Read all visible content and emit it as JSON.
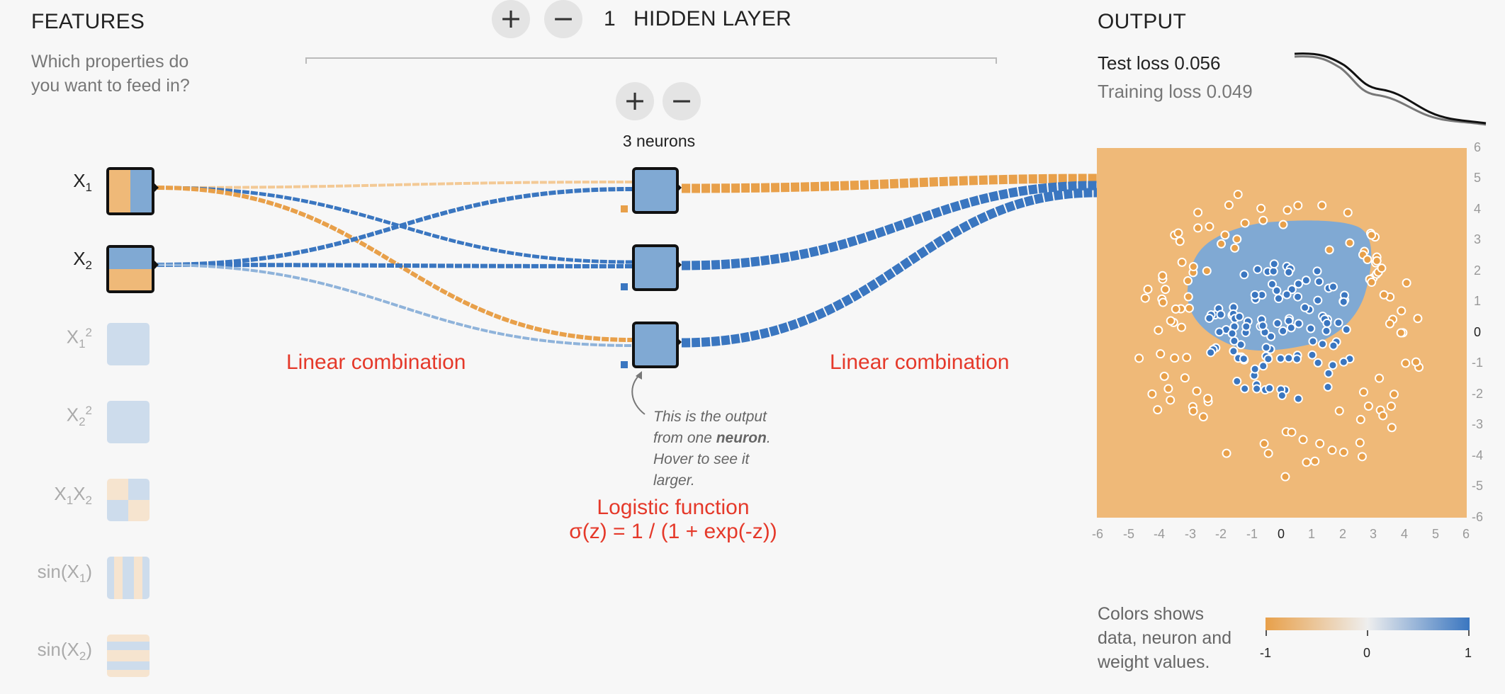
{
  "features": {
    "title": "FEATURES",
    "subtitle_line1": "Which properties do",
    "subtitle_line2": "you want to feed in?",
    "items": [
      {
        "base": "X",
        "sub": "1",
        "sup": "",
        "suffix": "",
        "active": true
      },
      {
        "base": "X",
        "sub": "2",
        "sup": "",
        "suffix": "",
        "active": true
      },
      {
        "base": "X",
        "sub": "1",
        "sup": "2",
        "suffix": "",
        "active": false
      },
      {
        "base": "X",
        "sub": "2",
        "sup": "2",
        "suffix": "",
        "active": false
      },
      {
        "base": "X",
        "sub": "1",
        "sup": "",
        "suffix": "X",
        "sub2": "2",
        "active": false
      },
      {
        "base": "sin(X",
        "sub": "1",
        "sup": "",
        "suffix": ")",
        "active": false
      },
      {
        "base": "sin(X",
        "sub": "2",
        "sup": "",
        "suffix": ")",
        "active": false
      }
    ]
  },
  "hidden": {
    "layer_count": "1",
    "title": "HIDDEN LAYER",
    "add_layer": "+",
    "remove_layer": "−",
    "add_neuron": "+",
    "remove_neuron": "−",
    "neuron_count_label": "3 neurons"
  },
  "annotations": {
    "linear_left": "Linear combination",
    "linear_right": "Linear combination",
    "logistic_title": "Logistic function",
    "logistic_formula": "σ(z) = 1 / (1 + exp(-z))",
    "note_line1": "This is the output",
    "note_line2_pre": "from one ",
    "note_line2_bold": "neuron",
    "note_line2_post": ".",
    "note_line3": "Hover to see it",
    "note_line4": "larger."
  },
  "output": {
    "title": "OUTPUT",
    "test_loss_label": "Test loss",
    "test_loss_value": "0.056",
    "training_loss_label": "Training loss",
    "training_loss_value": "0.049",
    "x_ticks": [
      "-6",
      "-5",
      "-4",
      "-3",
      "-2",
      "-1",
      "0",
      "1",
      "2",
      "3",
      "4",
      "5",
      "6"
    ],
    "y_ticks": [
      "6",
      "5",
      "4",
      "3",
      "2",
      "1",
      "0",
      "-1",
      "-2",
      "-3",
      "-4",
      "-5",
      "-6"
    ]
  },
  "legend": {
    "line1": "Colors shows",
    "line2": "data, neuron and",
    "line3": "weight values.",
    "min": "-1",
    "mid": "0",
    "max": "1"
  },
  "colors": {
    "orange": "#e8a04a",
    "blue": "#3a76c0",
    "bg_orange": "#efb978",
    "bg_blue": "#80a9d3",
    "red_text": "#e5392a"
  }
}
